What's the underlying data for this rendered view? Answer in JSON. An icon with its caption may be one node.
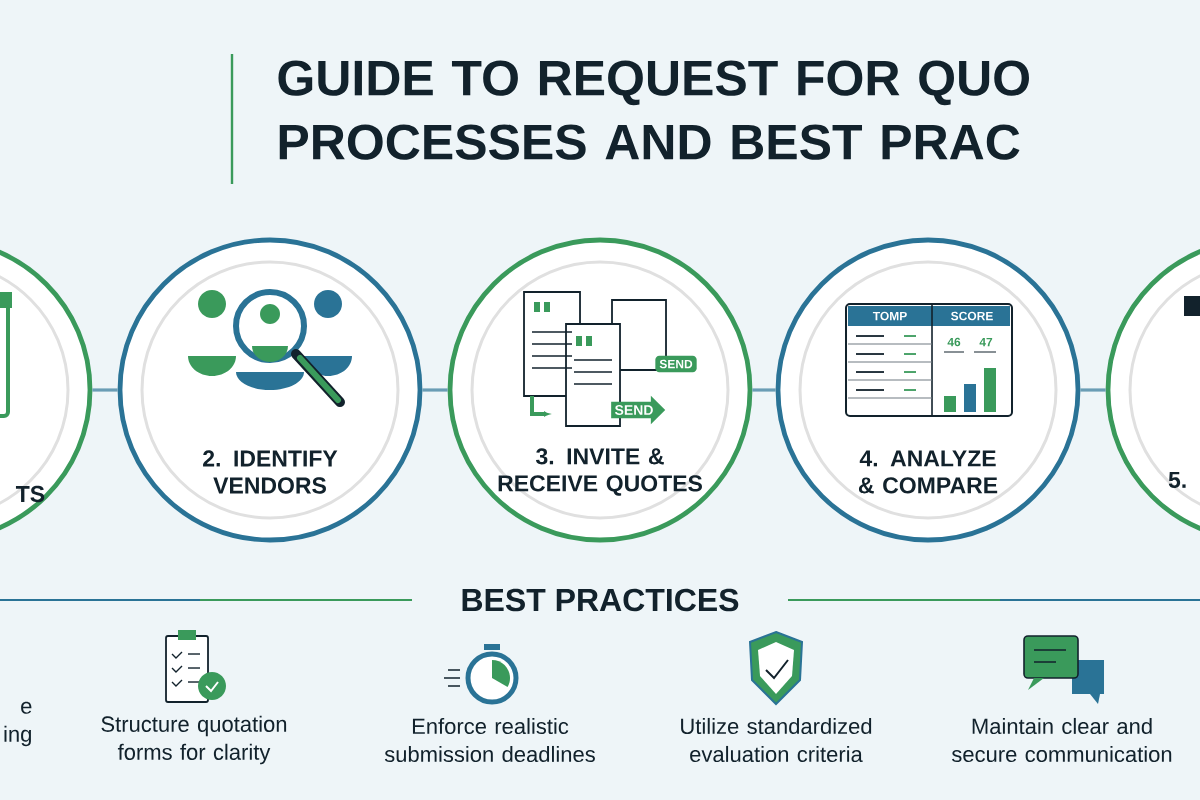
{
  "diagram": {
    "title": "GUIDE TO REQUEST FOR QUO PROCESSES AND BEST PRAC",
    "nodes": [
      {
        "text": [
          "TS"
        ]
      },
      {
        "text": [
          "2. IDENTIFY VENDORS"
        ]
      },
      {
        "text": [
          "3. INVITE & RECEIVE QUOTES"
        ]
      },
      {
        "text": [
          "4. ANALYZE & COMPARE"
        ]
      },
      {
        "text": [
          "5."
        ]
      }
    ],
    "edges": [
      {
        "from": 0,
        "to": 1,
        "arrow": "none"
      },
      {
        "from": 1,
        "to": 2,
        "arrow": "none"
      },
      {
        "from": 2,
        "to": 3,
        "arrow": "none"
      },
      {
        "from": 3,
        "to": 4,
        "arrow": "none"
      }
    ],
    "labels": [
      "SEND",
      "SEND",
      "TOMP",
      "SCORE",
      "46",
      "47",
      "BEST PRACTICES",
      "e ing",
      "Structure quotation forms for clarity",
      "Enforce realistic submission deadlines",
      "Utilize standardized evaluation criteria",
      "Maintain clear and secure communication"
    ]
  }
}
